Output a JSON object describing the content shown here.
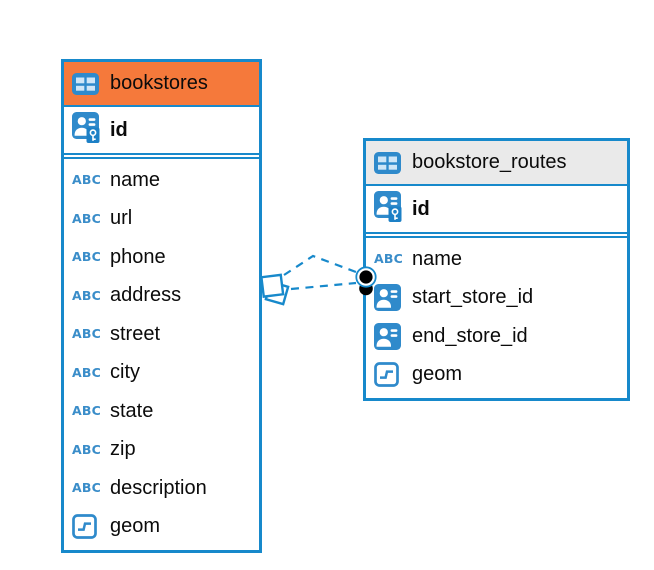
{
  "diagram": {
    "type": "entity-relationship",
    "background": "#ffffff"
  },
  "colors": {
    "table_border_blue": "#1789CB",
    "icon_blue": "#2F8ACB",
    "key_badge_blue": "#1D80C6",
    "abc_text_blue": "#3A8DC9",
    "selected_header_orange": "#F5793B",
    "header_gray": "#EAEAEA",
    "text_black": "#0B0B0B",
    "connector_blue": "#1789CB",
    "endpoint_black": "#000000"
  },
  "tables": [
    {
      "name": "bookstores",
      "header_style": "orange-selected",
      "icon": "table-icon",
      "primary_key": {
        "label": "id",
        "icon": "person-key-icon"
      },
      "fields": [
        {
          "label": "name",
          "icon": "abc-icon",
          "type": "text"
        },
        {
          "label": "url",
          "icon": "abc-icon",
          "type": "text"
        },
        {
          "label": "phone",
          "icon": "abc-icon",
          "type": "text"
        },
        {
          "label": "address",
          "icon": "abc-icon",
          "type": "text"
        },
        {
          "label": "street",
          "icon": "abc-icon",
          "type": "text"
        },
        {
          "label": "city",
          "icon": "abc-icon",
          "type": "text"
        },
        {
          "label": "state",
          "icon": "abc-icon",
          "type": "text"
        },
        {
          "label": "zip",
          "icon": "abc-icon",
          "type": "text"
        },
        {
          "label": "description",
          "icon": "abc-icon",
          "type": "text"
        },
        {
          "label": "geom",
          "icon": "geometry-icon",
          "type": "geometry"
        }
      ]
    },
    {
      "name": "bookstore_routes",
      "header_style": "gray-default",
      "icon": "table-icon",
      "primary_key": {
        "label": "id",
        "icon": "person-key-icon"
      },
      "fields": [
        {
          "label": "name",
          "icon": "abc-icon",
          "type": "text"
        },
        {
          "label": "start_store_id",
          "icon": "person-icon",
          "type": "reference"
        },
        {
          "label": "end_store_id",
          "icon": "person-icon",
          "type": "reference"
        },
        {
          "label": "geom",
          "icon": "geometry-icon",
          "type": "geometry"
        }
      ]
    }
  ],
  "relationships": [
    {
      "from_table": "bookstores",
      "to_table": "bookstore_routes",
      "line_style": "dashed",
      "source_marker": "overlapping-squares",
      "target_marker": "black-dot"
    },
    {
      "from_table": "bookstores",
      "to_table": "bookstore_routes",
      "line_style": "dashed",
      "source_marker": "overlapping-squares",
      "target_marker": "black-dot"
    }
  ]
}
